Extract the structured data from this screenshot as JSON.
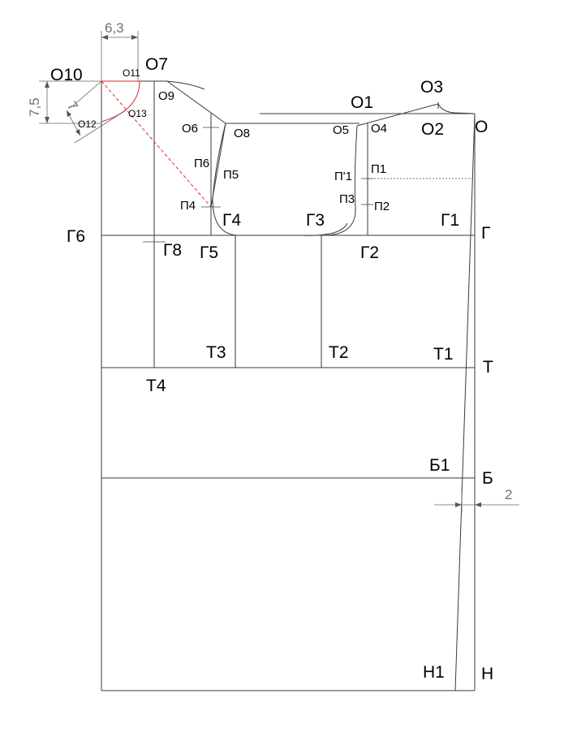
{
  "labels": {
    "O10": "О10",
    "O11": "О11",
    "O7": "О7",
    "O9": "О9",
    "O12": "О12",
    "O13": "О13",
    "O1": "О1",
    "O3": "О3",
    "O2": "О2",
    "O": "О",
    "O6": "О6",
    "O8": "О8",
    "O5": "О5",
    "O4": "О4",
    "P6": "П6",
    "P5": "П5",
    "P1prime": "П'1",
    "P1": "П1",
    "P3": "П3",
    "P2": "П2",
    "P4": "П4",
    "G6": "Г6",
    "G4": "Г4",
    "G3": "Г3",
    "G1": "Г1",
    "G": "Г",
    "G8": "Г8",
    "G5": "Г5",
    "G2": "Г2",
    "T3": "Т3",
    "T2": "Т2",
    "T1": "Т1",
    "T": "Т",
    "T4": "Т4",
    "B1": "Б1",
    "B": "Б",
    "H1": "Н1",
    "H": "Н"
  },
  "dimensions": {
    "neck_width": "6,3",
    "neck_depth": "7,5",
    "neck_diag": "7",
    "side_offset": "2"
  },
  "colors": {
    "construction_line": "#3a3a3a",
    "neckline_red": "#e0262b",
    "dimension_gray": "#707070"
  }
}
